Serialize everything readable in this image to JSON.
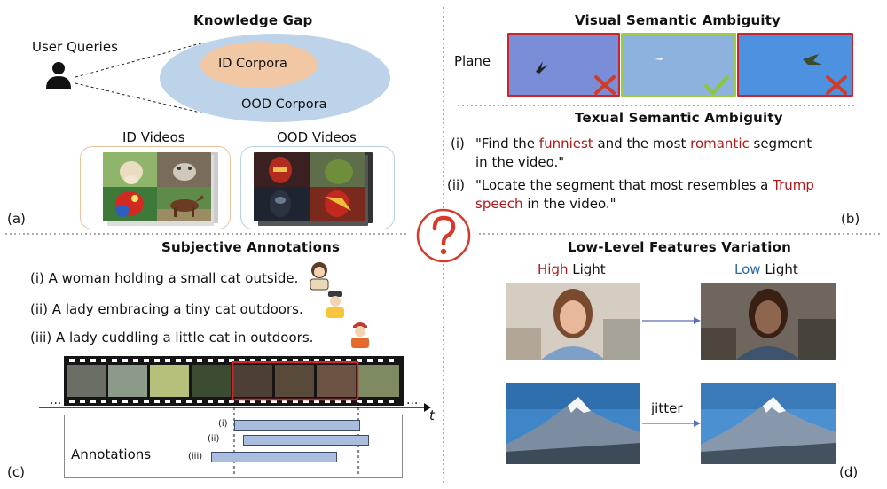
{
  "panel_a": {
    "title": "Knowledge Gap",
    "user_queries": "User Queries",
    "id_corpora": "ID Corpora",
    "ood_corpora": "OOD Corpora",
    "id_videos": "ID Videos",
    "ood_videos": "OOD Videos",
    "tag": "(a)"
  },
  "panel_b": {
    "title_visual": "Visual Semantic Ambiguity",
    "plane": "Plane",
    "title_textual": "Texual Semantic Ambiguity",
    "q1_num": "(i)",
    "q1_pre": "\"Find the ",
    "q1_red1": "funniest",
    "q1_mid": " and the most ",
    "q1_red2": "romantic",
    "q1_post": " segment",
    "q1_line2": "in the video.\"",
    "q2_num": "(ii)",
    "q2_pre": "\"Locate the segment that most resembles a ",
    "q2_red1": "Trump",
    "q2_red2": "speech",
    "q2_post": " in the video.\"",
    "tag": "(b)"
  },
  "panel_c": {
    "title": "Subjective Annotations",
    "ann1": "(i) A woman holding a small cat outside.",
    "ann2": "(ii) A lady embracing a tiny cat outdoors.",
    "ann3": "(iii) A lady cuddling a little cat in outdoors.",
    "ellipsis": "...",
    "t_label": "t",
    "annotations_label": "Annotations",
    "bar_labels": [
      "(i)",
      "(ii)",
      "(iii)"
    ],
    "tag": "(c)"
  },
  "panel_d": {
    "title": "Low-Level Features Variation",
    "high": "High",
    "low": "Low",
    "light": " Light",
    "jitter": "jitter",
    "tag": "(d)"
  },
  "colors": {
    "red": "#b01818",
    "blue": "#2b6aa6",
    "ellipse_outer": "#bcd3ea",
    "ellipse_inner": "#f2c7a3",
    "bar_fill": "#a9bedf"
  }
}
